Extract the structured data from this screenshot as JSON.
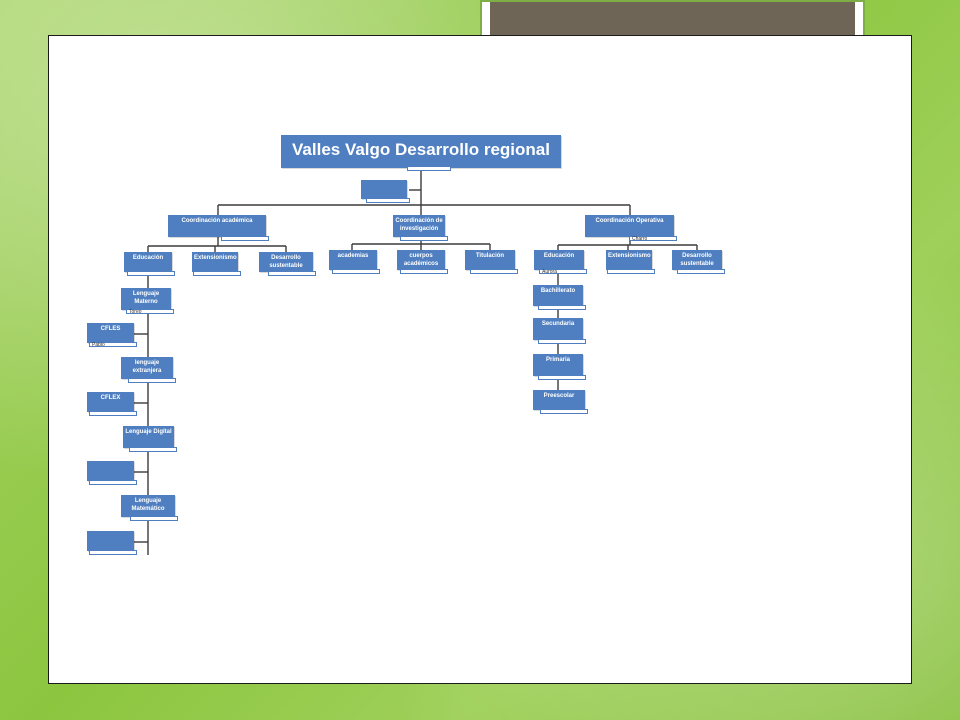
{
  "chart": {
    "root": "Valles Valgo Desarrollo regional",
    "coord_academica": "Coordinación académica",
    "coord_investigacion": "Coordinación de investigación",
    "coord_operativa": "Coordinación Operativa",
    "educacion": "Educación",
    "extensionismo": "Extensionismo",
    "desarrollo_sustentable": "Desarrollo sustentable",
    "academias": "academias",
    "cuerpos_academicos": "cuerpos académicos",
    "titulacion": "Titulación",
    "lenguaje_materno": "Lenguaje Materno",
    "cfles": "CFLES",
    "lenguaje_extranjera": "lenguaje extranjera",
    "cflex": "CFLEX",
    "lenguaje_digital": "Lenguaje Digital",
    "lenguaje_matematico": "Lenguaje Matemático",
    "op_educacion": "Educación",
    "op_extensionismo": "Extensionismo",
    "op_desarrollo": "Desarrollo sustentable",
    "bachillerato": "Bachillerato",
    "secundaria": "Secundaria",
    "primaria": "Primaria",
    "preescolar": "Preescolar",
    "tag_toreo": "Toreo",
    "tag_pablo": "Pablo",
    "tag_charro": "Charro",
    "tag_aurora": "Aurora"
  },
  "colors": {
    "node": "#4f7fc0",
    "background": "#8cc63f",
    "title_fill": "#6e6556"
  }
}
